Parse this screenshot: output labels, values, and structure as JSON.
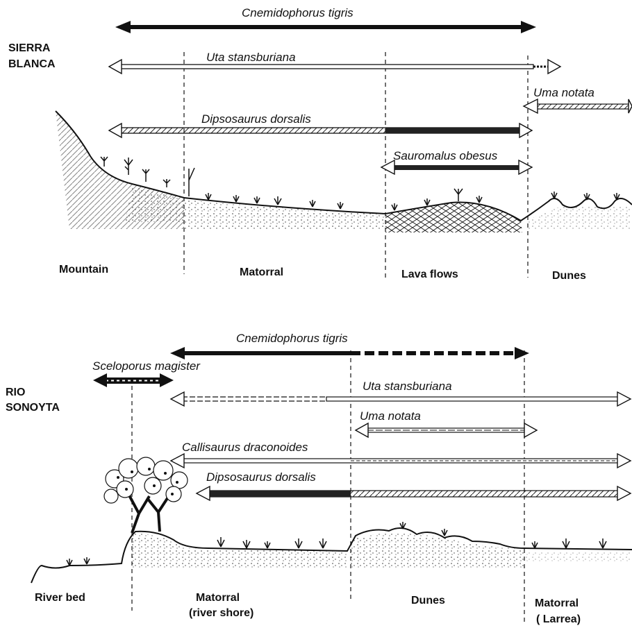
{
  "top": {
    "site": [
      "SIERRA",
      "BLANCA"
    ],
    "species": {
      "cnemidophorus": "Cnemidophorus  tigris",
      "uta": "Uta  stansburiana",
      "uma": "Uma notata",
      "dipsosaurus": "Dipsosaurus  dorsalis",
      "sauromalus": "Sauromalus obesus"
    },
    "habitats": {
      "mountain": "Mountain",
      "matorral": "Matorral",
      "lava": "Lava  flows",
      "dunes": "Dunes"
    }
  },
  "bottom": {
    "site": [
      "RIO",
      "SONOYTA"
    ],
    "species": {
      "cnemidophorus": "Cnemidophorus  tigris",
      "sceloporus": "Sceloporus magister",
      "uta": "Uta  stansburiana",
      "uma": "Uma  notata",
      "callisaurus": "Callisaurus  draconoides",
      "dipsosaurus": "Dipsosaurus  dorsalis"
    },
    "habitats": {
      "riverbed": "River bed",
      "matorral_shore_1": "Matorral",
      "matorral_shore_2": "(river shore)",
      "dunes": "Dunes",
      "matorral_larrea_1": "Matorral",
      "matorral_larrea_2": "( Larrea)"
    }
  },
  "colors": {
    "ink": "#111111",
    "paper": "#ffffff"
  }
}
